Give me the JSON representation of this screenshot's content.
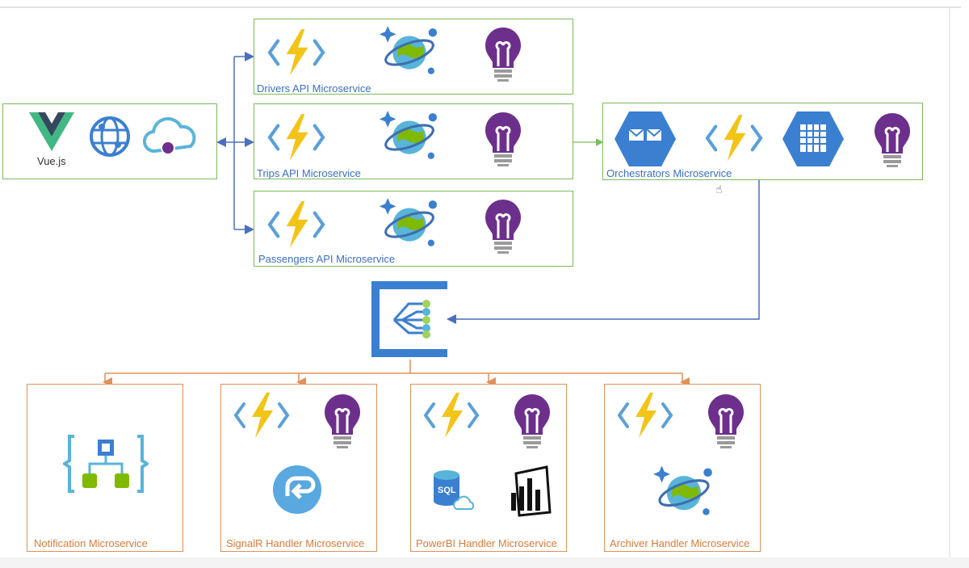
{
  "frontend": {
    "vue_label": "Vue.js"
  },
  "api_services": [
    {
      "label": "Drivers API Microservice"
    },
    {
      "label": "Trips API Microservice"
    },
    {
      "label": "Passengers API Microservice"
    }
  ],
  "orchestrators": {
    "label": "Orchestrators Microservice"
  },
  "handlers": [
    {
      "label": "Notification Microservice"
    },
    {
      "label": "SignalR Handler Microservice"
    },
    {
      "label": "PowerBI Handler Microservice"
    },
    {
      "label": "Archiver Handler Microservice"
    }
  ],
  "icons": {
    "function": "azure-functions-icon",
    "cosmos": "cosmos-db-icon",
    "insights": "app-insights-icon",
    "queue": "queue-storage-icon",
    "table": "table-storage-icon",
    "eventgrid": "event-grid-icon",
    "logicapp": "logic-app-icon",
    "signalr": "signalr-icon",
    "sql": "sql-database-icon",
    "powerbi": "power-bi-icon",
    "vue": "vue-logo-icon",
    "webapp": "web-app-icon",
    "cloud": "cloud-service-icon"
  },
  "colors": {
    "green_border": "#7cba5a",
    "orange_border": "#e0915a",
    "blue_arrow": "#4a6fbd",
    "lightning": "#f3c418",
    "bulb": "#6d2f8c",
    "azure_blue": "#3b7fd0"
  }
}
